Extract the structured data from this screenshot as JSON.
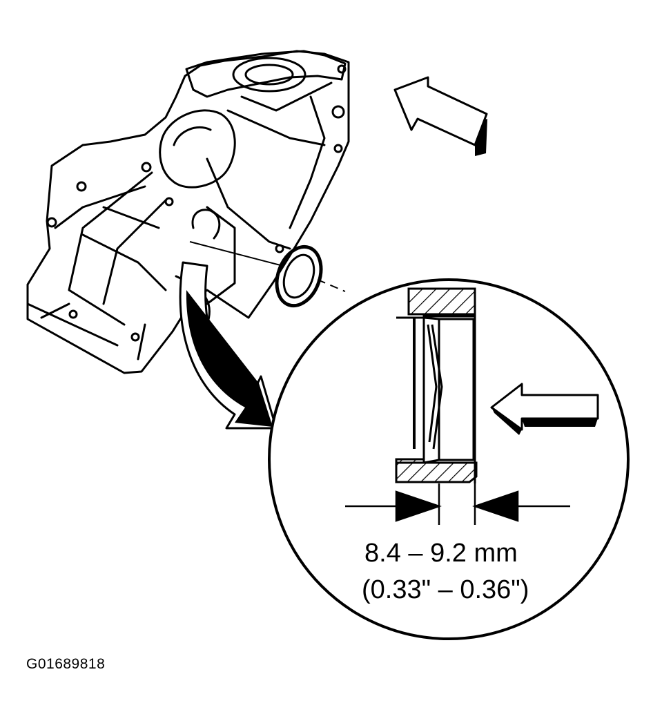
{
  "figure": {
    "dimension_mm": "8.4 – 9.2  mm",
    "dimension_in": "(0.33\" – 0.36\")",
    "figure_code": "G01689818"
  },
  "colors": {
    "ink": "#000000",
    "paper": "#ffffff"
  }
}
